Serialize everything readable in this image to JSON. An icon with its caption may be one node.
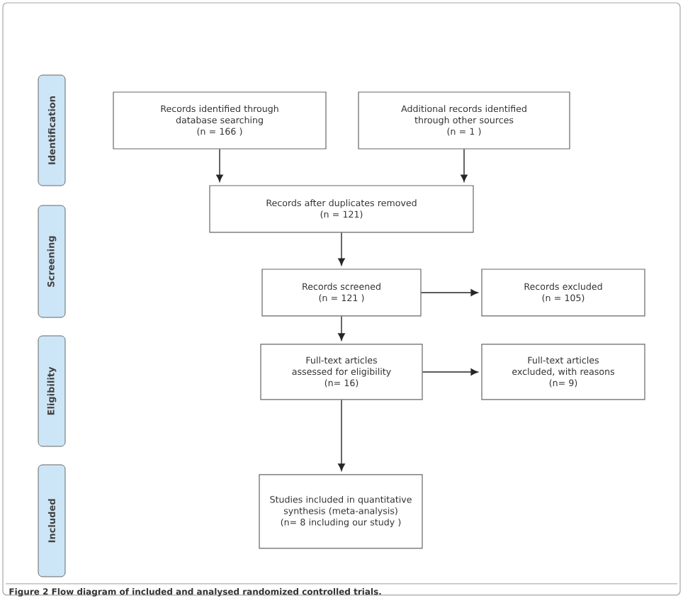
{
  "diagram": {
    "caption": "Figure 2 Flow diagram of included and analysed randomized controlled trials.",
    "nodes": [
      {
        "text": [
          "Identification"
        ]
      },
      {
        "text": [
          "Screening"
        ]
      },
      {
        "text": [
          "Eligibility"
        ]
      },
      {
        "text": [
          "Included"
        ]
      },
      {
        "text": [
          "Records identified through database searching",
          "(n = 166 )"
        ]
      },
      {
        "text": [
          "Additional records identified through other sources",
          "(n = 1 )"
        ]
      },
      {
        "text": [
          "Records after duplicates removed",
          "(n = 121)"
        ]
      },
      {
        "text": [
          "Records screened",
          "(n = 121 )"
        ]
      },
      {
        "text": [
          "Records excluded",
          "(n = 105)"
        ]
      },
      {
        "text": [
          "Full-text articles assessed for eligibility",
          "(n= 16)"
        ]
      },
      {
        "text": [
          "Full-text articles excluded, with reasons",
          "(n= 9)"
        ]
      },
      {
        "text": [
          "Studies included in quantitative synthesis (meta-analysis)",
          "(n= 8 including our study )"
        ]
      }
    ],
    "edges": [
      {
        "from": 4,
        "to": 6,
        "arrow": "to"
      },
      {
        "from": 5,
        "to": 6,
        "arrow": "to"
      },
      {
        "from": 6,
        "to": 7,
        "arrow": "to"
      },
      {
        "from": 7,
        "to": 8,
        "arrow": "to"
      },
      {
        "from": 7,
        "to": 9,
        "arrow": "to"
      },
      {
        "from": 9,
        "to": 10,
        "arrow": "to"
      },
      {
        "from": 9,
        "to": 11,
        "arrow": "to"
      }
    ]
  }
}
